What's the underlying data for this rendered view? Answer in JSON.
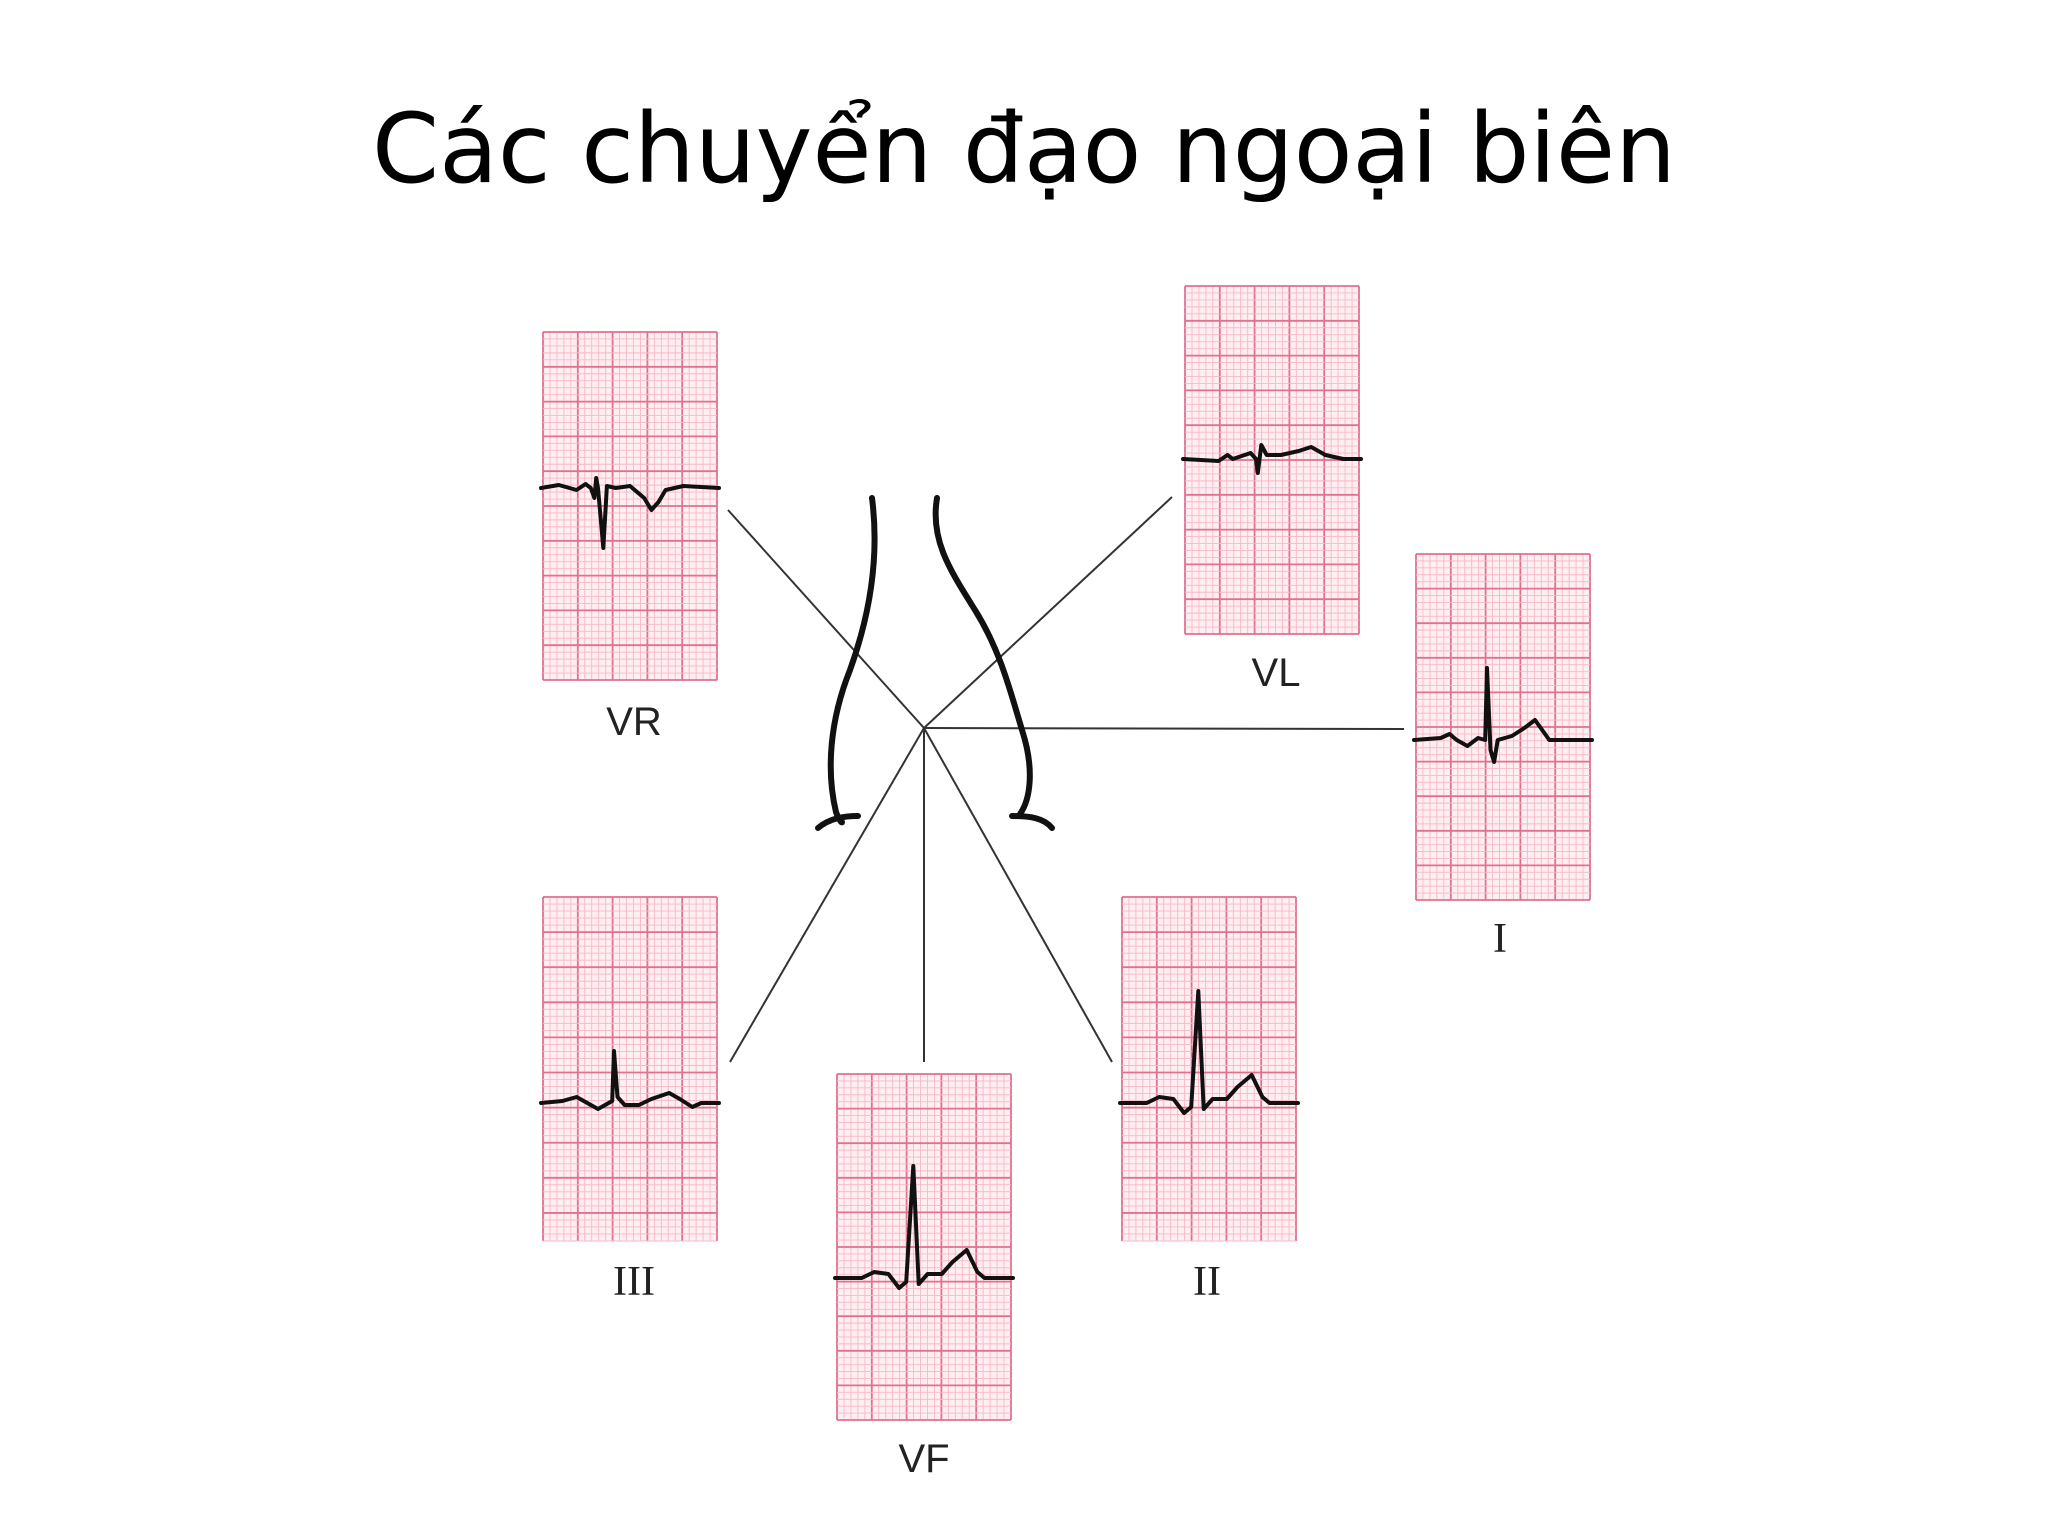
{
  "slide": {
    "title": "Các chuyển đạo ngoại biên"
  },
  "diagram": {
    "colors": {
      "grid_minor": "#f7b8c6",
      "grid_major": "#e0718f",
      "grid_background": "#ffeef2",
      "trace": "#111111",
      "axis_line": "#333333",
      "body_outline": "#111111"
    },
    "leads": [
      {
        "id": "vr",
        "label": "VR",
        "waveform": "inverted"
      },
      {
        "id": "vl",
        "label": "VL",
        "waveform": "small-biphasic"
      },
      {
        "id": "i",
        "label": "I",
        "waveform": "upright-small"
      },
      {
        "id": "iii",
        "label": "III",
        "waveform": "upright-medium"
      },
      {
        "id": "vf",
        "label": "VF",
        "waveform": "upright-tall"
      },
      {
        "id": "ii",
        "label": "II",
        "waveform": "upright-tall"
      }
    ]
  }
}
